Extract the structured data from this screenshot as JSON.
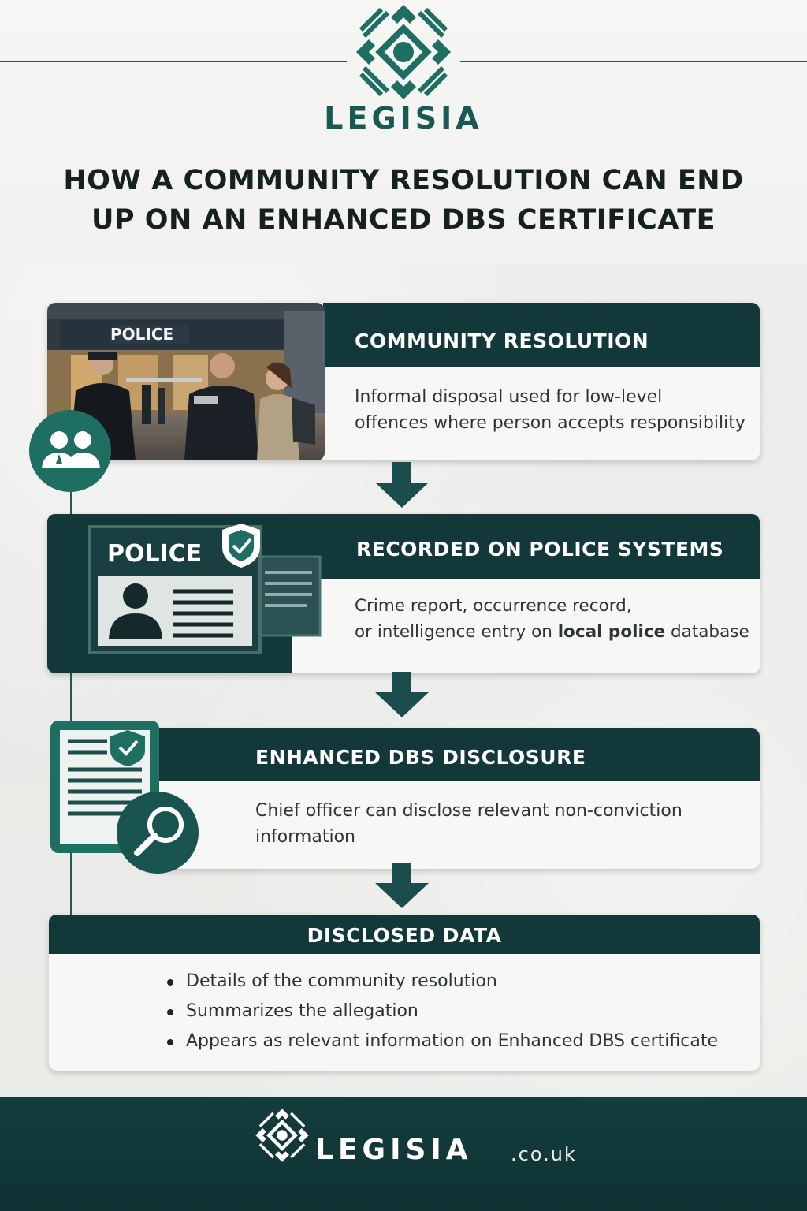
{
  "brand": {
    "name": "LEGISIA",
    "footer_name": "LEGISIA",
    "footer_tld": ".co.uk"
  },
  "title": {
    "line1": "HOW A COMMUNITY RESOLUTION CAN END",
    "line2": "UP ON AN ENHANCED DBS CERTIFICATE"
  },
  "steps": [
    {
      "title": "COMMUNITY RESOLUTION",
      "desc_line1": "Informal disposal used for low-level",
      "desc_line2": "offences where person accepts responsibility",
      "image_sign": "POLICE",
      "icon": "people-icon"
    },
    {
      "title": "RECORDED ON POLICE SYSTEMS",
      "desc_line1": "Crime report, occurrence record,",
      "desc_line2_pre": "or intelligence entry on ",
      "desc_line2_bold": "local police",
      "desc_line2_post": " database",
      "card_label": "POLICE",
      "icon": "police-id-card-icon"
    },
    {
      "title": "ENHANCED DBS DISCLOSURE",
      "desc_line1": "Chief officer can disclose relevant non-conviction",
      "desc_line2": "information",
      "icon": "document-search-icon"
    }
  ],
  "disclosed": {
    "title": "DISCLOSED DATA",
    "items": [
      "Details of the community resolution",
      "Summarizes the allegation",
      "Appears as relevant information on Enhanced DBS certificate"
    ]
  },
  "colors": {
    "primary_dark": "#13383a",
    "accent_green": "#1e6e62",
    "background": "#efefed"
  }
}
